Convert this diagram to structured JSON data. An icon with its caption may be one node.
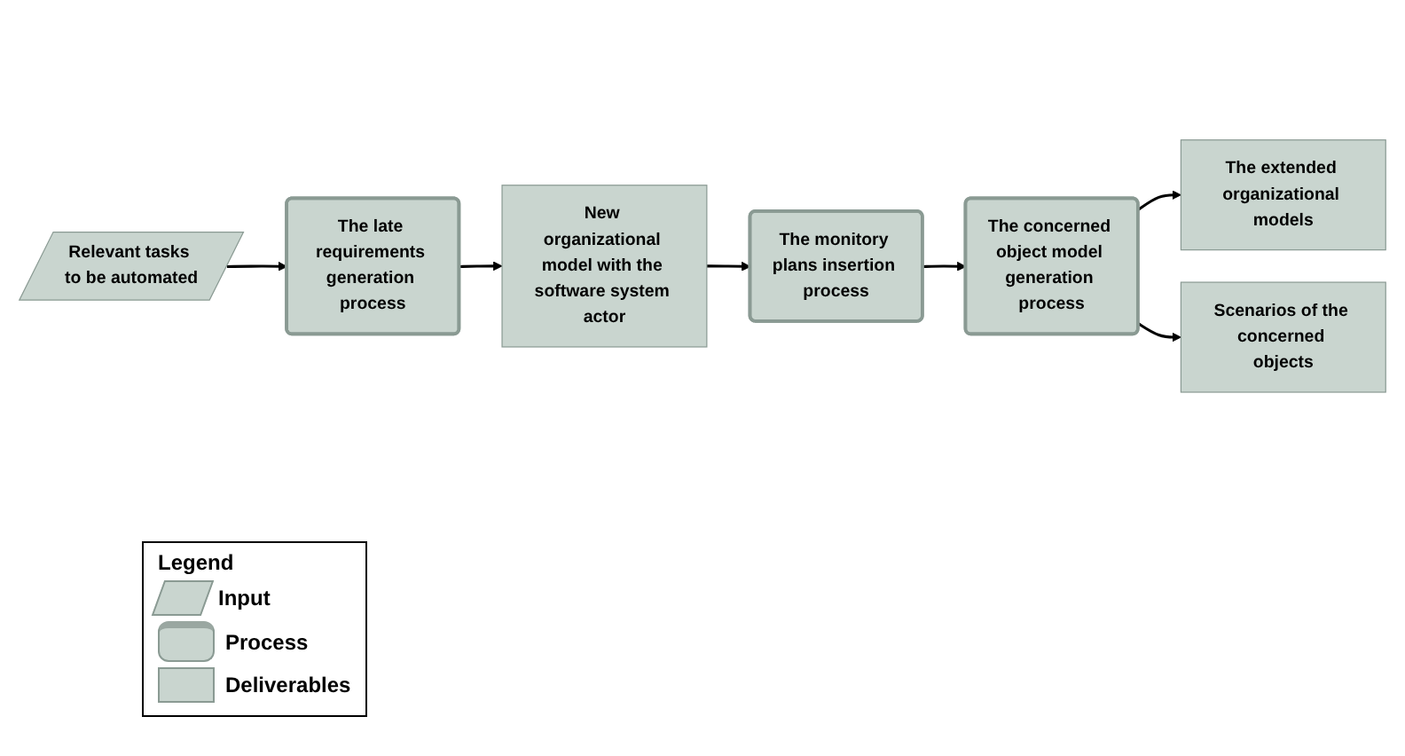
{
  "diagram": {
    "nodes": [
      {
        "text": [
          "Relevant tasks to be automated"
        ]
      },
      {
        "text": [
          "The late requirements generation process"
        ]
      },
      {
        "text": [
          "New organizational model with the software system actor"
        ]
      },
      {
        "text": [
          "The monitory plans insertion process"
        ]
      },
      {
        "text": [
          "The concerned object model generation process"
        ]
      },
      {
        "text": [
          "The extended organizational models"
        ]
      },
      {
        "text": [
          "Scenarios of the concerned objects"
        ]
      }
    ],
    "edges": [
      {
        "from": 0,
        "to": 1,
        "arrow": "to"
      },
      {
        "from": 1,
        "to": 2,
        "arrow": "to"
      },
      {
        "from": 2,
        "to": 3,
        "arrow": "to"
      },
      {
        "from": 3,
        "to": 4,
        "arrow": "to"
      },
      {
        "from": 4,
        "to": 5,
        "arrow": "to"
      },
      {
        "from": 4,
        "to": 6,
        "arrow": "to"
      }
    ],
    "labels": [
      "Legend"
    ],
    "legend": [
      {
        "text": "Input"
      },
      {
        "text": "Process"
      },
      {
        "text": "Deliverables"
      }
    ]
  }
}
